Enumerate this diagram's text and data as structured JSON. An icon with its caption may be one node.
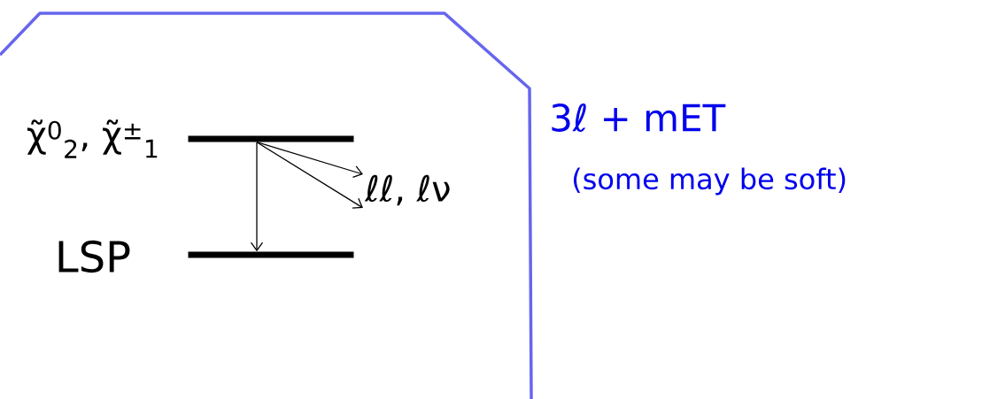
{
  "diagram": {
    "nodes": [
      {
        "text": [],
        "shape": "bar",
        "beside": [
          "χ̃$^{0}$$_{2}$, χ̃$^{±}$$_{1}$"
        ]
      },
      {
        "text": [],
        "shape": "bar",
        "beside": [
          "LSP"
        ]
      },
      {
        "text": [
          "ℓℓ, ℓν"
        ]
      }
    ],
    "edges": [
      {
        "from": 0,
        "to": 1,
        "arrow": "to"
      },
      {
        "from": 0,
        "to": 2,
        "arrow": "to"
      },
      {
        "from": 0,
        "to": 2,
        "arrow": "to"
      }
    ],
    "labels": [
      "3ℓ + mET",
      "(some may be soft)"
    ]
  }
}
